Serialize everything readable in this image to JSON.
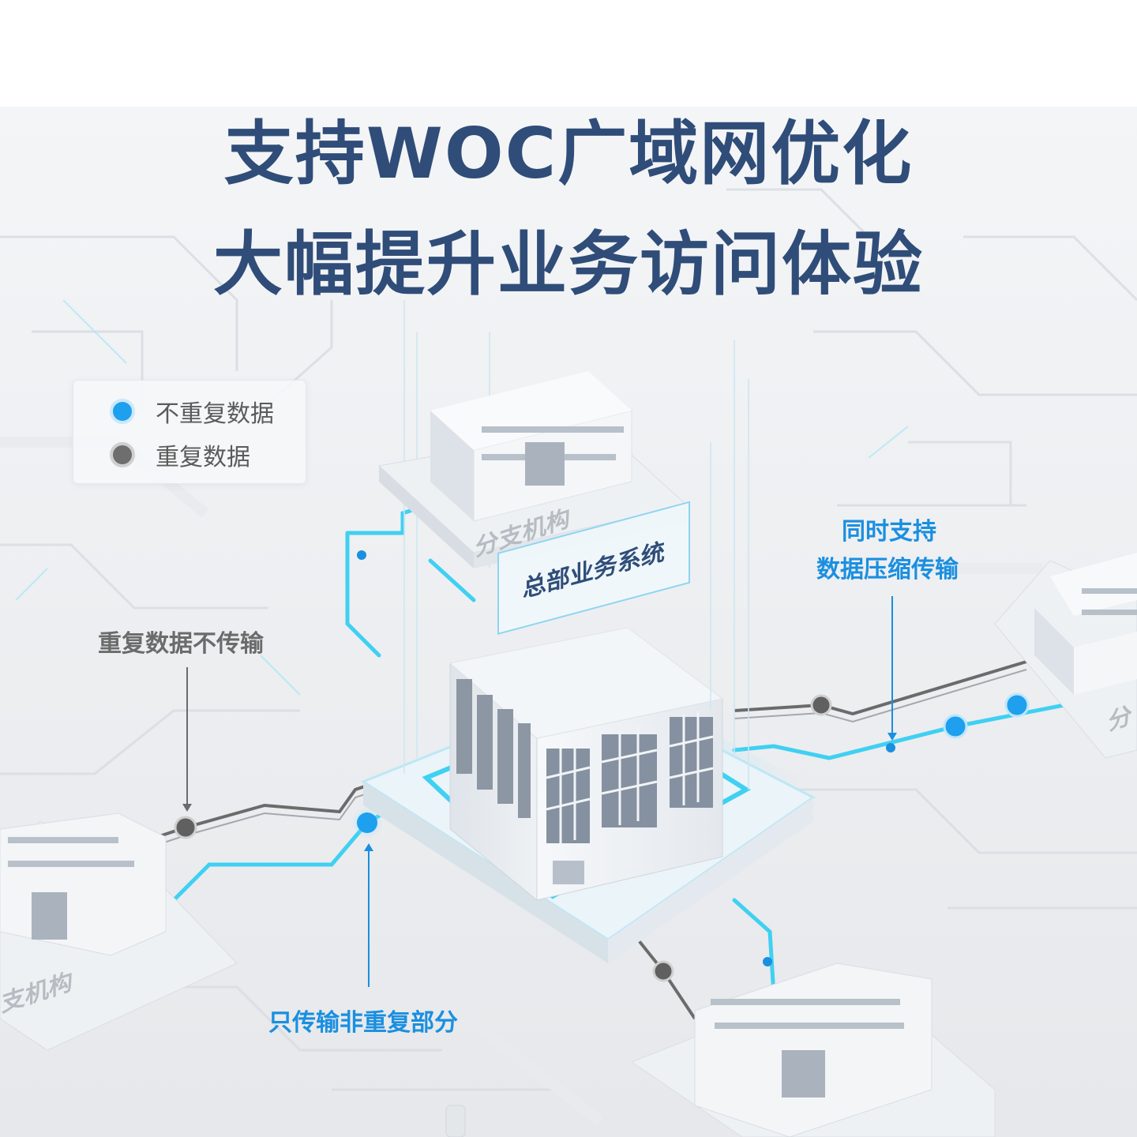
{
  "title": {
    "line1": "支持WOC广域网优化",
    "line2": "大幅提升业务访问体验"
  },
  "legend": {
    "items": [
      {
        "label": "不重复数据",
        "color": "#1ea0ee"
      },
      {
        "label": "重复数据",
        "color": "#6e6e6e"
      }
    ]
  },
  "annotations": {
    "no_dup": "重复数据不传输",
    "compress_line1": "同时支持",
    "compress_line2": "数据压缩传输",
    "non_dup_only": "只传输非重复部分"
  },
  "hq_label": "总部业务系统",
  "branch_label": "分支机构",
  "branch_label_left_cut": "支机构",
  "branch_label_right_cut": "分",
  "colors": {
    "title": "#2f4d78",
    "accent_blue": "#1a8fe0",
    "line_cyan": "#3fd0f2",
    "line_gray": "#6b6b6b"
  }
}
